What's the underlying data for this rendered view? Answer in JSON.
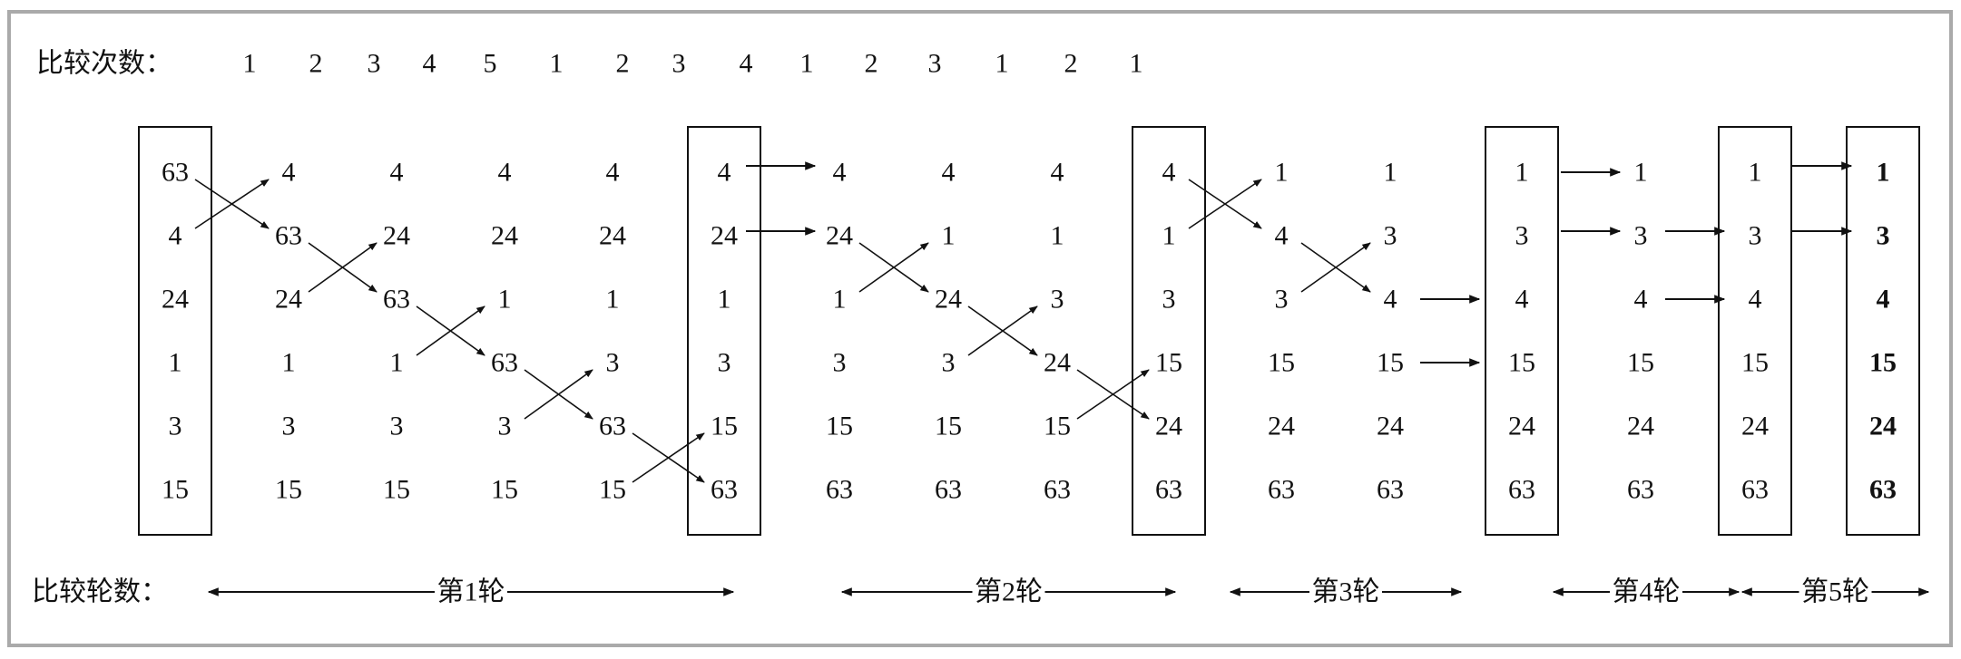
{
  "compare_count_label": "比较次数：",
  "compare_counts": [
    "1",
    "2",
    "3",
    "4",
    "5",
    "1",
    "2",
    "3",
    "4",
    "1",
    "2",
    "3",
    "1",
    "2",
    "1"
  ],
  "round_count_label": "比较轮数：",
  "rounds": [
    "第1轮",
    "第2轮",
    "第3轮",
    "第4轮",
    "第5轮"
  ],
  "columns": [
    [
      "63",
      "4",
      "24",
      "1",
      "3",
      "15"
    ],
    [
      "4",
      "63",
      "24",
      "1",
      "3",
      "15"
    ],
    [
      "4",
      "24",
      "63",
      "1",
      "3",
      "15"
    ],
    [
      "4",
      "24",
      "1",
      "63",
      "3",
      "15"
    ],
    [
      "4",
      "24",
      "1",
      "3",
      "63",
      "15"
    ],
    [
      "4",
      "24",
      "1",
      "3",
      "15",
      "63"
    ],
    [
      "4",
      "24",
      "1",
      "3",
      "15",
      "63"
    ],
    [
      "4",
      "1",
      "24",
      "3",
      "15",
      "63"
    ],
    [
      "4",
      "1",
      "3",
      "24",
      "15",
      "63"
    ],
    [
      "4",
      "1",
      "3",
      "15",
      "24",
      "63"
    ],
    [
      "1",
      "4",
      "3",
      "15",
      "24",
      "63"
    ],
    [
      "1",
      "3",
      "4",
      "15",
      "24",
      "63"
    ],
    [
      "1",
      "3",
      "4",
      "15",
      "24",
      "63"
    ],
    [
      "1",
      "3",
      "4",
      "15",
      "24",
      "63"
    ],
    [
      "1",
      "3",
      "4",
      "15",
      "24",
      "63"
    ],
    [
      "1",
      "3",
      "4",
      "15",
      "24",
      "63"
    ],
    [
      "1",
      "3",
      "4",
      "15",
      "24",
      "63"
    ]
  ],
  "boxed_columns": [
    0,
    5,
    9,
    12,
    14,
    16
  ],
  "bold_columns": [
    16
  ],
  "colors": {
    "frame": "#aaaaaa",
    "ink": "#111111",
    "background": "#ffffff"
  }
}
